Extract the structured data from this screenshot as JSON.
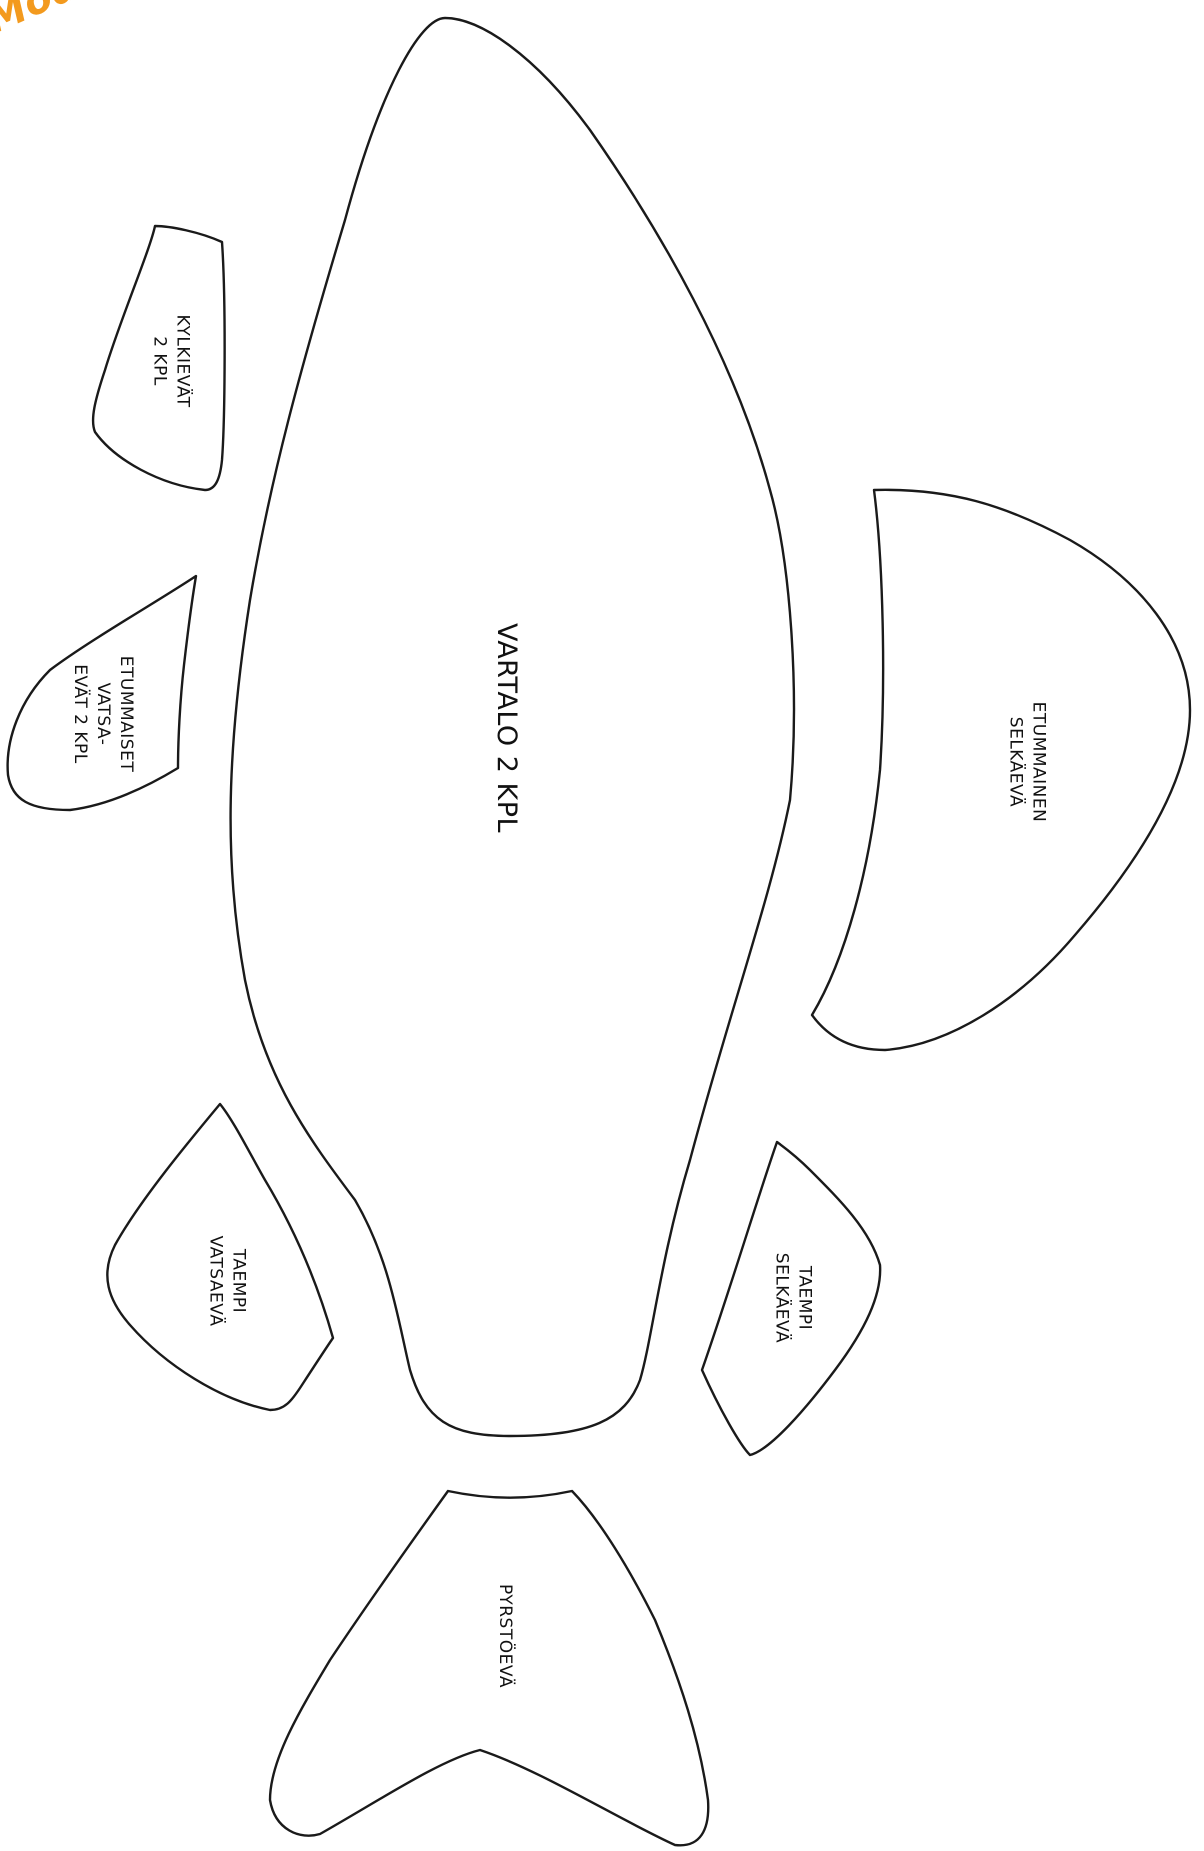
{
  "logo": {
    "text": "Moda",
    "color": "#f39a1e",
    "outline_color": "#ffffff"
  },
  "colors": {
    "outline": "#1a1a1a",
    "text": "#111111",
    "background": "#ffffff"
  },
  "pieces": {
    "body": {
      "lines": [
        "VARTALO 2 KPL"
      ]
    },
    "pectoral_fins": {
      "lines": [
        "KYLKIEVÄT",
        "2 KPL"
      ]
    },
    "pelvic_fins": {
      "lines": [
        "ETUMMAISET",
        "VATSA-",
        "EVÄT 2 KPL"
      ]
    },
    "front_dorsal_fin": {
      "lines": [
        "ETUMMAINEN",
        "SELKÄEVÄ"
      ]
    },
    "rear_anal_fin": {
      "lines": [
        "TAEMPI",
        "VATSAEVÄ"
      ]
    },
    "rear_dorsal_fin": {
      "lines": [
        "TAEMPI",
        "SELKÄEVÄ"
      ]
    },
    "tail_fin": {
      "lines": [
        "PYRSTÖEVÄ"
      ]
    }
  }
}
